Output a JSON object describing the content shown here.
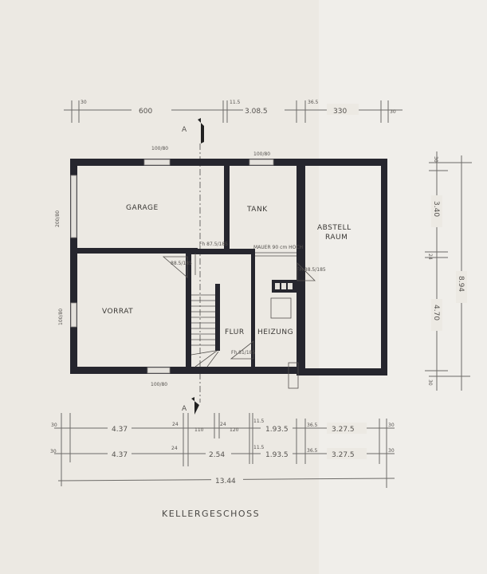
{
  "title": "KELLERGESCHOSS",
  "rooms": {
    "garage": "GARAGE",
    "tank": "TANK",
    "abstellraum_1": "ABSTELL",
    "abstellraum_2": "RAUM",
    "vorrat": "VORRAT",
    "flur": "FLUR",
    "heizung": "HEIZUNG"
  },
  "top_dims": [
    "30",
    "600",
    "11.5",
    "3.08.5",
    "36.5",
    "330",
    "30"
  ],
  "bottom_dims_row1": [
    "30",
    "4.37",
    "24",
    "110",
    "24",
    "120",
    "11.5",
    "1.93.5",
    "36.5",
    "3.27.5",
    "30"
  ],
  "bottom_dims_row2": [
    "30",
    "4.37",
    "24",
    "2.54",
    "11.5",
    "1.93.5",
    "36.5",
    "3.27.5",
    "30"
  ],
  "total_width": "13.44",
  "right_dims": [
    "30",
    "3.40",
    "24",
    "4.70",
    "30"
  ],
  "total_depth": "8.94",
  "windows": {
    "garage_top": "100/80",
    "tank_top": "100/80",
    "garage_left": "200/80",
    "vorrat_left": "100/80",
    "vorrat_bottom": "100/80"
  },
  "doors": {
    "garage_flur": "Fh 87.5/185",
    "vorrat": "88.5/185",
    "abstell": "FH 88.5/185",
    "heizung": "Fh 81/185"
  },
  "wall_note": "MAUER 90 cm HOCH",
  "section_marker": "A"
}
